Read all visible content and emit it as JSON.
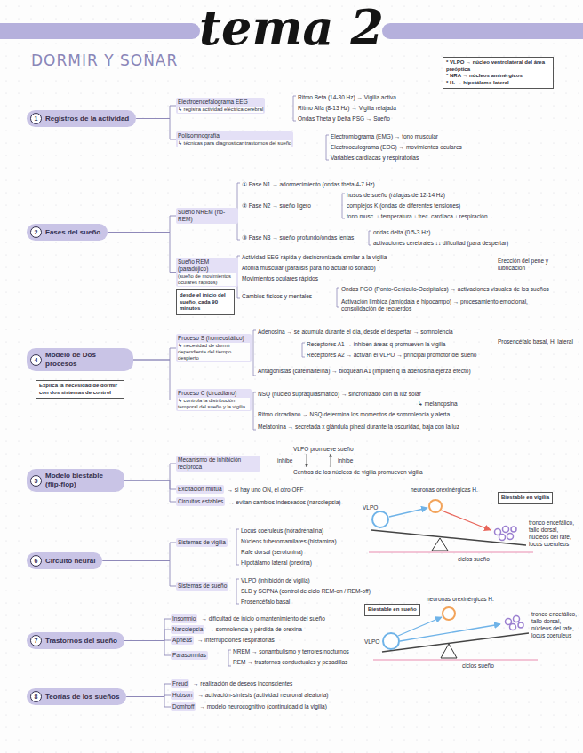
{
  "diagram": {
    "title": "tema 2",
    "nodes": [
      {
        "text": [
          "* VLPO → núcleo ventrolateral del área preóptica",
          "* NRA → núcleos aminérgicos",
          "* H. → hipotálamo lateral"
        ]
      },
      {
        "text": [
          "1",
          "Registros de la actividad"
        ]
      },
      {
        "text": [
          "Electroencefalograma EEG",
          "↳ registra actividad eléctrica cerebral"
        ]
      },
      {
        "text": [
          "Polisomnografía",
          "↳ técnicas para diagnosticar trastornos del sueño"
        ]
      },
      {
        "text": [
          "2",
          "Fases del sueño"
        ]
      },
      {
        "text": [
          "Sueño NREM (no-REM)"
        ]
      },
      {
        "text": [
          "Sueño REM (paradójico)",
          "(sueño de movimientos oculares rápidos)"
        ]
      },
      {
        "text": [
          "desde el inicio del sueño, cada 90 minutos"
        ]
      },
      {
        "text": [
          "4",
          "Modelo de Dos procesos"
        ]
      },
      {
        "text": [
          "Explica la necesidad de dormir con dos sistemas de control"
        ]
      },
      {
        "text": [
          "Proceso S (homeostático)",
          "↳ necesidad de dormir dependiente del tiempo despierto"
        ]
      },
      {
        "text": [
          "Proceso C (circadiano)",
          "↳ controla la distribución temporal del sueño y la vigilia"
        ]
      },
      {
        "text": [
          "5",
          "Modelo biestable (flip-flop)"
        ]
      },
      {
        "text": [
          "Mecanismo de inhibición recíproca"
        ]
      },
      {
        "text": [
          "Excitación mutua"
        ]
      },
      {
        "text": [
          "Circuitos estables"
        ]
      },
      {
        "text": [
          "Biestable en vigilia"
        ]
      },
      {
        "text": [
          "6",
          "Circuito neural"
        ]
      },
      {
        "text": [
          "Sistemas de vigilia"
        ]
      },
      {
        "text": [
          "Sistemas de sueño"
        ]
      },
      {
        "text": [
          "Biestable en sueño"
        ]
      },
      {
        "text": [
          "7",
          "Trastornos del sueño"
        ]
      },
      {
        "text": [
          "Insomnio"
        ]
      },
      {
        "text": [
          "Narcolepsia"
        ]
      },
      {
        "text": [
          "Apneas"
        ]
      },
      {
        "text": [
          "Parasomnias"
        ]
      },
      {
        "text": [
          "8",
          "Teorías de los sueños"
        ]
      },
      {
        "text": [
          "Freud"
        ]
      },
      {
        "text": [
          "Hobson"
        ]
      },
      {
        "text": [
          "Domhoff"
        ]
      }
    ],
    "edges": [
      {
        "from": 1,
        "to": 2,
        "arrow": "none"
      },
      {
        "from": 1,
        "to": 3,
        "arrow": "none"
      },
      {
        "from": 4,
        "to": 5,
        "arrow": "none"
      },
      {
        "from": 4,
        "to": 6,
        "arrow": "none"
      },
      {
        "from": 8,
        "to": 10,
        "arrow": "none"
      },
      {
        "from": 8,
        "to": 11,
        "arrow": "none"
      },
      {
        "from": 12,
        "to": 13,
        "arrow": "none"
      },
      {
        "from": 12,
        "to": 14,
        "arrow": "none"
      },
      {
        "from": 12,
        "to": 15,
        "arrow": "none"
      },
      {
        "from": 17,
        "to": 18,
        "arrow": "none"
      },
      {
        "from": 17,
        "to": 19,
        "arrow": "none"
      },
      {
        "from": 21,
        "to": 22,
        "arrow": "none"
      },
      {
        "from": 21,
        "to": 23,
        "arrow": "none"
      },
      {
        "from": 21,
        "to": 24,
        "arrow": "none"
      },
      {
        "from": 21,
        "to": 25,
        "arrow": "none"
      },
      {
        "from": 26,
        "to": 27,
        "arrow": "none"
      },
      {
        "from": 26,
        "to": 28,
        "arrow": "none"
      },
      {
        "from": 26,
        "to": 29,
        "arrow": "none"
      }
    ],
    "labels": [
      "DORMIR Y SOÑAR",
      "Ritmo Beta (14-30 Hz) → Vigilia activa",
      "Ritmo Alfa (8-13 Hz) → Vigilia relajada",
      "Ondas Theta y Delta PSG → Sueño",
      "Electromiograma (EMG) → tono muscular",
      "Electrooculograma (EOG) → movimientos oculares",
      "Variables cardíacas y respiratorias",
      "① Fase N1 → adormecimiento (ondas theta 4-7 Hz)",
      "② Fase N2 → sueño ligero",
      "husos de sueño (ráfagas de 12-14 Hz)",
      "complejos K (ondas de diferentes tensiones)",
      "tono musc. ↓ temperatura ↓ frec. cardíaca ↓ respiración",
      "③ Fase N3 → sueño profundo/ondas lentas",
      "ondas delta (0.5-3 Hz)",
      "activaciones cerebrales ↓↓ dificultad (para despertar)",
      "Actividad EEG rápida y desincronizada similar a la vigilia",
      "Atonía muscular (parálisis para no actuar lo soñado)",
      "Movimientos oculares rápidos",
      "Cambios físicos y mentales",
      "Ondas PGO (Ponto-Genículo-Occipitales) → activaciones visuales de los sueños",
      "Activación límbica (amígdala e hipocampo) → procesamiento emocional, consolidación de recuerdos",
      "Erección del pene y lubricación",
      "Adenosina → se acumula durante el día, desde el despertar → somnolencia",
      "Receptores A1 → inhiben áreas q promueven la vigilia",
      "Receptores A2 → activan el VLPO → principal promotor del sueño",
      "Prosencéfalo basal, H. lateral",
      "Antagonistas (cafeína/teína) → bloquean A1 (impiden q la adenosina ejerza efecto)",
      "NSQ (núcleo supraquiasmático) → sincronizado con la luz solar",
      "↳ melanopsina",
      "Ritmo circadiano → NSQ determina los momentos de somnolencia y alerta",
      "Melatonina → secretada x glándula pineal durante la oscuridad, baja con la luz",
      "VLPO promueve sueño",
      "inhibe",
      "inhibe",
      "Centros de los núcleos de vigilia promueven vigilia",
      "→ si hay uno ON, el otro OFF",
      "→ evitan cambios indeseados (narcolepsia)",
      "neuronas orexinérgicas H.",
      "VLPO",
      "tronco encefálico, tallo dorsal, núcleos del rafe, locus coeruleus",
      "ciclos sueño",
      "Locus coeruleus (noradrenalina)",
      "Núcleos tuberomamilares (histamina)",
      "Rafe dorsal (serotonina)",
      "Hipotálamo lateral (orexina)",
      "VLPO (inhibición de vigilia)",
      "SLD y SCPNA (control de ciclo REM-on / REM-off)",
      "Prosencéfalo basal",
      "neuronas orexinérgicas H.",
      "VLPO",
      "tronco encefálico, tallo dorsal, núcleos del rafe, locus coeruleus",
      "ciclos sueño",
      "→ dificultad de inicio o mantenimiento del sueño",
      "→ somnolencia y pérdida de orexina",
      "→ interrupciones respiratorias",
      "NREM → sonambulismo y terrores nocturnos",
      "REM → trastornos conductuales y pesadillas",
      "→ realización de deseos inconscientes",
      "→ activación-síntesis (actividad neuronal aleatoria)",
      "→ modelo neurocognitivo (continuidad d la vigilia)"
    ]
  }
}
